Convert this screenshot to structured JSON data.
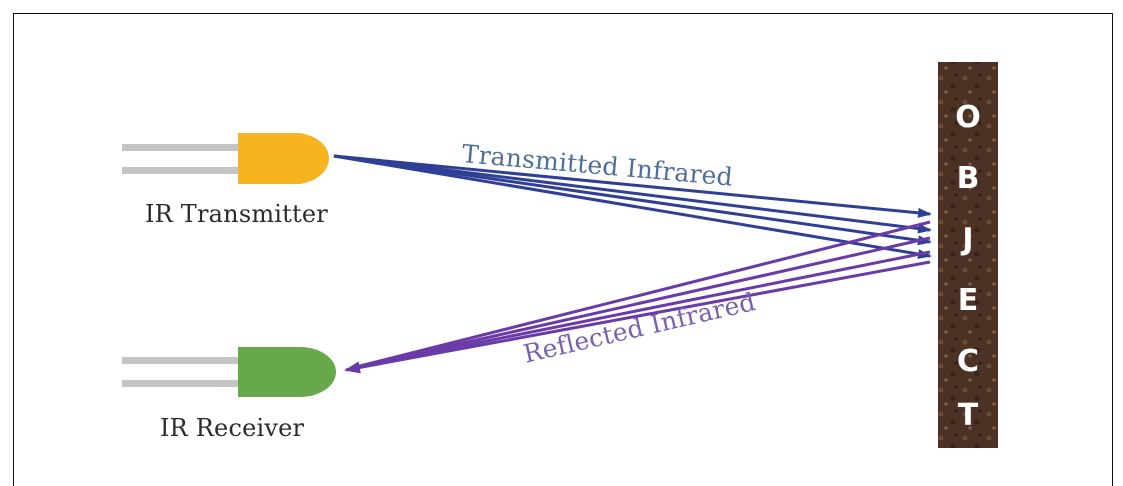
{
  "transmitter": {
    "label": "IR Transmitter",
    "color": "#f7b320"
  },
  "receiver": {
    "label": "IR Receiver",
    "color": "#67a84a"
  },
  "transmitted_label": "Transmitted Infrared",
  "reflected_label": "Reflected Infrared",
  "object_letters": [
    "O",
    "B",
    "J",
    "E",
    "C",
    "T"
  ],
  "colors": {
    "transmitted": "#2f3f96",
    "reflected": "#6a3aa8",
    "transmitted_text": "#4e6f9b",
    "reflected_text": "#7a5fae",
    "object": "#4b3225",
    "leads": "#c4c4c4"
  }
}
